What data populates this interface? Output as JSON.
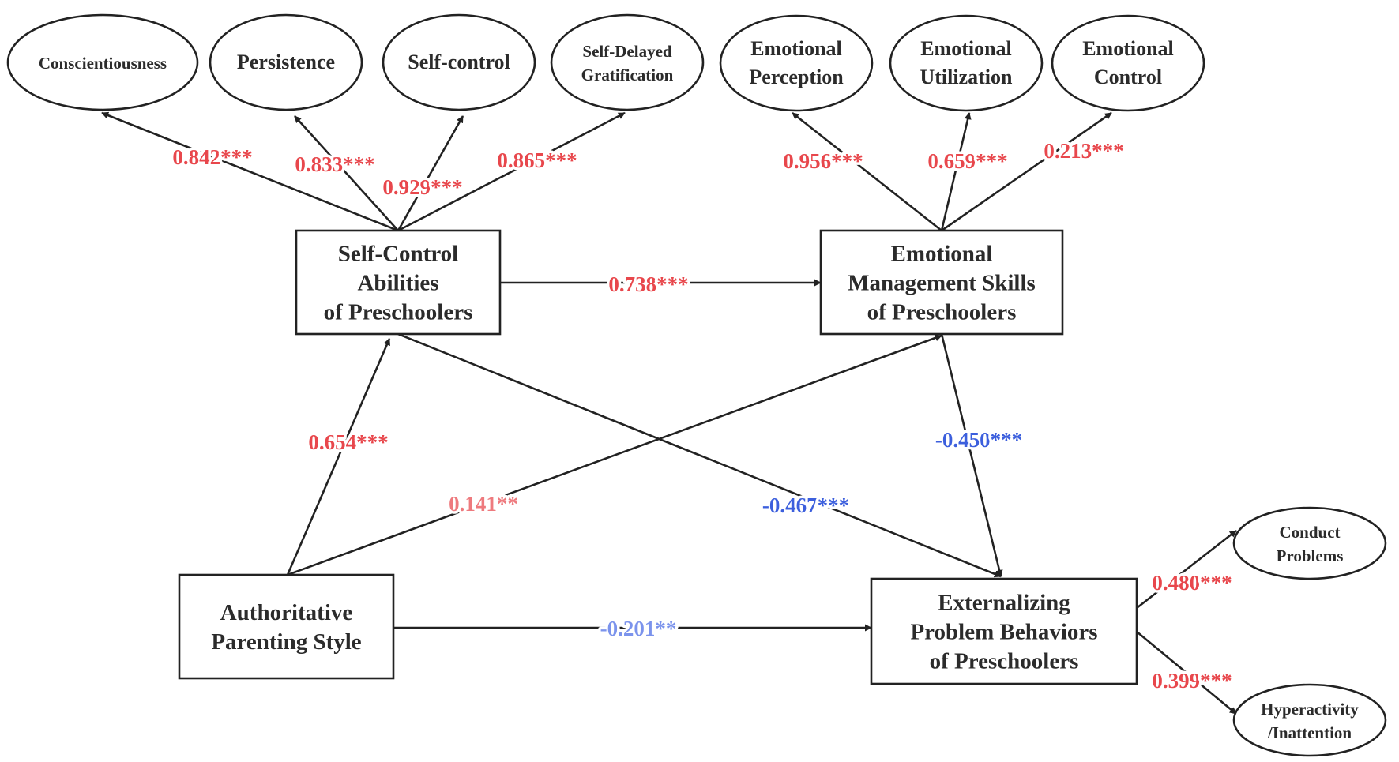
{
  "colors": {
    "strong_positive": "#e8474c",
    "weak_positive": "#ee7a7e",
    "strong_negative": "#3c5fdd",
    "weak_negative": "#7b93ec",
    "line": "#222222"
  },
  "boxes": [
    {
      "id": "self_control_abilities",
      "lines": [
        "Self-Control",
        "Abilities",
        "of Preschoolers"
      ]
    },
    {
      "id": "emotional_management",
      "lines": [
        "Emotional",
        "Management Skills",
        "of Preschoolers"
      ]
    },
    {
      "id": "authoritative_parenting",
      "lines": [
        "Authoritative",
        "Parenting Style"
      ]
    },
    {
      "id": "externalizing_behaviors",
      "lines": [
        "Externalizing",
        "Problem Behaviors",
        "of Preschoolers"
      ]
    }
  ],
  "indicators": [
    {
      "id": "conscientiousness",
      "lines": [
        "Conscientiousness"
      ]
    },
    {
      "id": "persistence",
      "lines": [
        "Persistence"
      ]
    },
    {
      "id": "self_control",
      "lines": [
        "Self-control"
      ]
    },
    {
      "id": "self_delayed_gratification",
      "lines": [
        "Self-Delayed",
        "Gratification"
      ]
    },
    {
      "id": "emotional_perception",
      "lines": [
        "Emotional",
        "Perception"
      ]
    },
    {
      "id": "emotional_utilization",
      "lines": [
        "Emotional",
        "Utilization"
      ]
    },
    {
      "id": "emotional_control",
      "lines": [
        "Emotional",
        "Control"
      ]
    },
    {
      "id": "conduct_problems",
      "lines": [
        "Conduct",
        "Problems"
      ]
    },
    {
      "id": "hyperactivity_inattention",
      "lines": [
        "Hyperactivity",
        "/Inattention"
      ]
    }
  ],
  "paths": [
    {
      "id": "p_sca_consc",
      "value": "0.842",
      "stars": "***",
      "tone": "strong_positive"
    },
    {
      "id": "p_sca_pers",
      "value": "0.833",
      "stars": "***",
      "tone": "strong_positive"
    },
    {
      "id": "p_sca_selfc",
      "value": "0.929",
      "stars": "***",
      "tone": "strong_positive"
    },
    {
      "id": "p_sca_sdg",
      "value": "0.865",
      "stars": "***",
      "tone": "strong_positive"
    },
    {
      "id": "p_ems_perc",
      "value": "0.956",
      "stars": "***",
      "tone": "strong_positive"
    },
    {
      "id": "p_ems_util",
      "value": "0.659",
      "stars": "***",
      "tone": "strong_positive"
    },
    {
      "id": "p_ems_ctrl",
      "value": "0.213",
      "stars": "***",
      "tone": "strong_positive"
    },
    {
      "id": "p_sca_ems",
      "value": "0.738",
      "stars": "***",
      "tone": "strong_positive"
    },
    {
      "id": "p_aps_sca",
      "value": "0.654",
      "stars": "***",
      "tone": "strong_positive"
    },
    {
      "id": "p_aps_ems",
      "value": "0.141",
      "stars": "**",
      "tone": "weak_positive"
    },
    {
      "id": "p_sca_epb",
      "value": "-0.467",
      "stars": "***",
      "tone": "strong_negative"
    },
    {
      "id": "p_ems_epb",
      "value": "-0.450",
      "stars": "***",
      "tone": "strong_negative"
    },
    {
      "id": "p_aps_epb",
      "value": "-0.201",
      "stars": "**",
      "tone": "weak_negative"
    },
    {
      "id": "p_epb_conduct",
      "value": "0.480",
      "stars": "***",
      "tone": "strong_positive"
    },
    {
      "id": "p_epb_hyper",
      "value": "0.399",
      "stars": "***",
      "tone": "strong_positive"
    }
  ]
}
